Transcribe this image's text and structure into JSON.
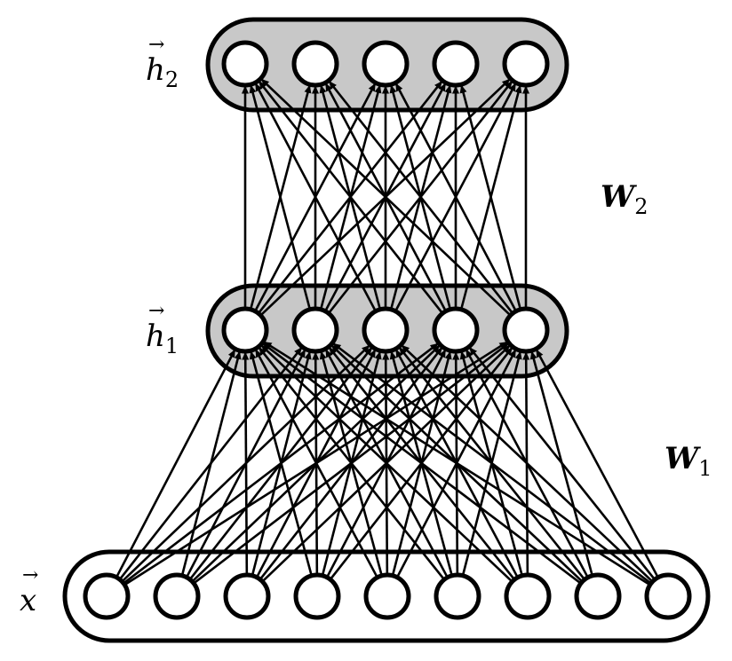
{
  "colors": {
    "stroke": "#000000",
    "layer_fill_hidden": "#c8c8c8",
    "layer_fill_input": "#ffffff",
    "node_fill": "#ffffff"
  },
  "labels": {
    "h2": {
      "symbol": "h",
      "sub": "2"
    },
    "h1": {
      "symbol": "h",
      "sub": "1"
    },
    "x": {
      "symbol": "x"
    },
    "w2": {
      "symbol": "W",
      "sub": "2"
    },
    "w1": {
      "symbol": "W",
      "sub": "1"
    }
  },
  "network": {
    "layers": [
      {
        "id": "h2",
        "units": 5,
        "shaded": true
      },
      {
        "id": "h1",
        "units": 5,
        "shaded": true
      },
      {
        "id": "x",
        "units": 9,
        "shaded": false
      }
    ],
    "connections": [
      {
        "from": "x",
        "to": "h1",
        "weights": "w1",
        "type": "fully-connected"
      },
      {
        "from": "h1",
        "to": "h2",
        "weights": "w2",
        "type": "fully-connected"
      }
    ]
  }
}
